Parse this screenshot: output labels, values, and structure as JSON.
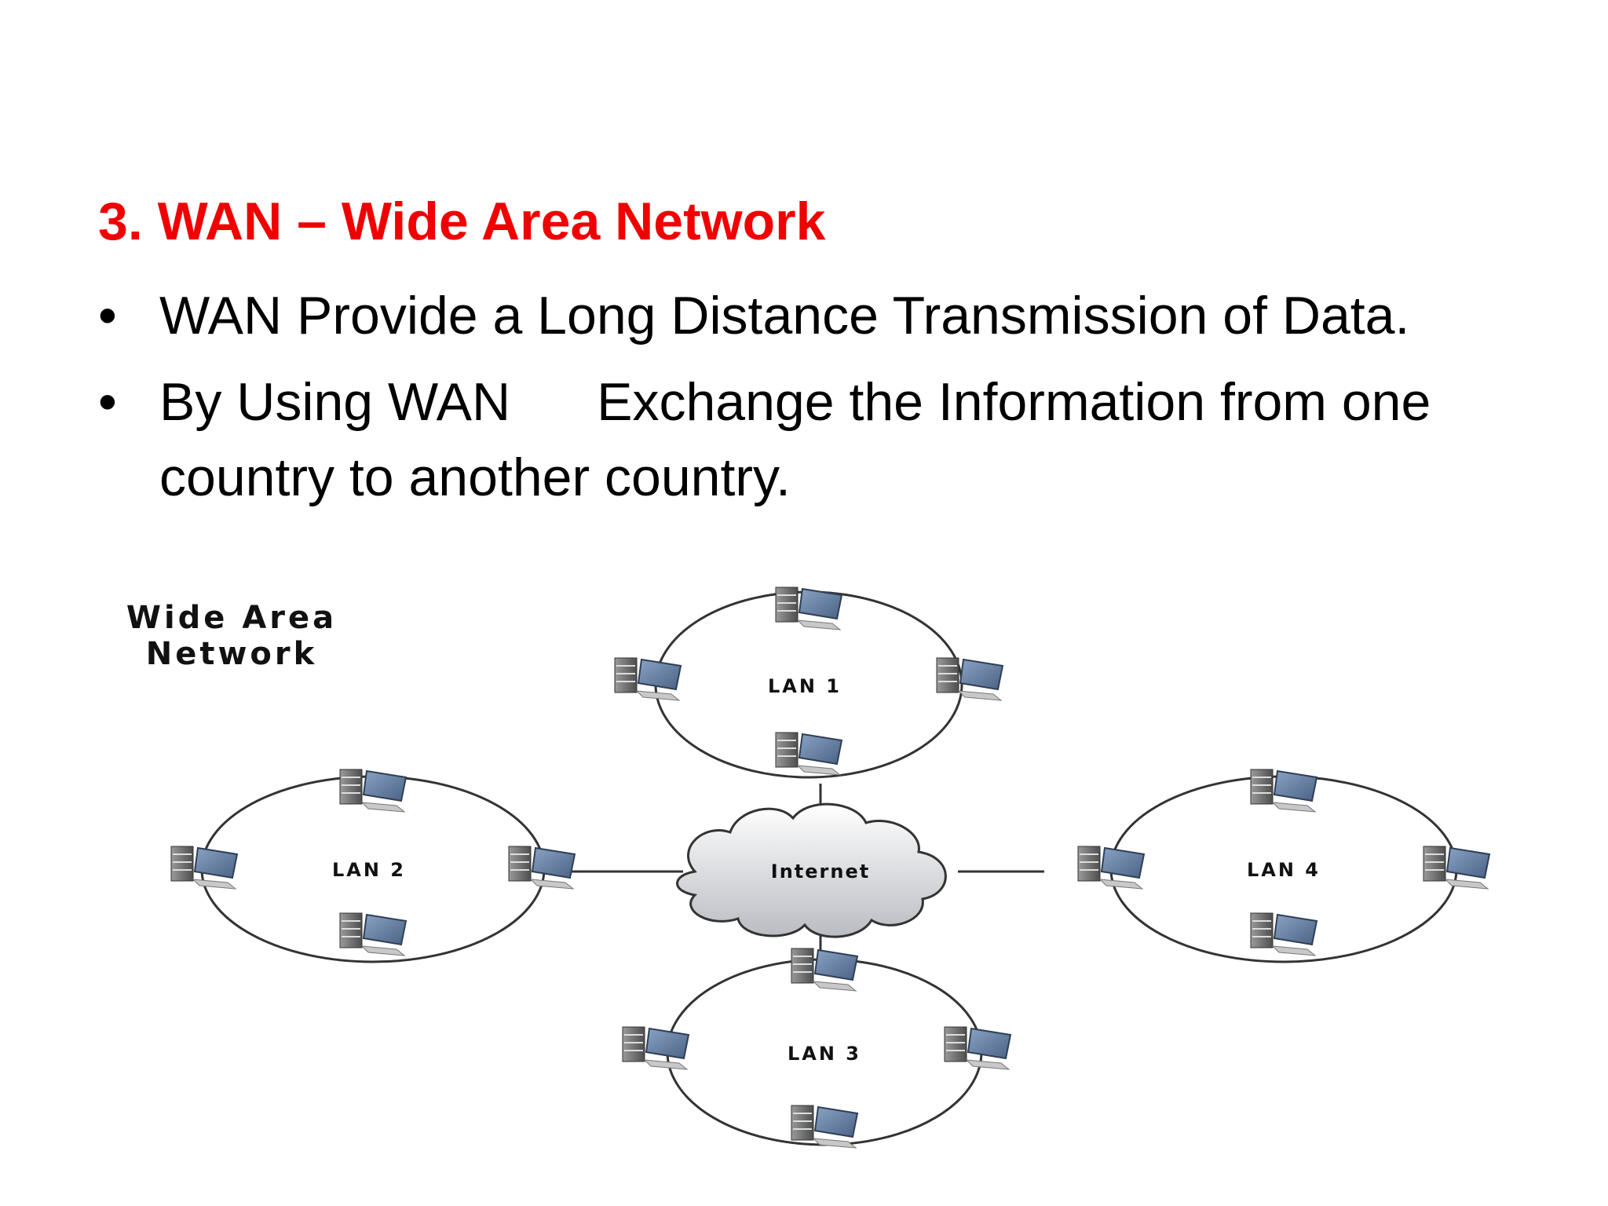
{
  "slide": {
    "heading": "3. WAN – Wide Area Network",
    "bullets": [
      {
        "text": "WAN Provide a Long Distance Transmission of Data."
      },
      {
        "text_a": "By Using WAN",
        "text_b": "Exchange the Information from one country to another country."
      }
    ],
    "bullet_glyph": "•"
  },
  "diagram": {
    "title_line1": "Wide Area",
    "title_line2": "Network",
    "cloud_label": "Internet",
    "lans": [
      {
        "label": "LAN 1"
      },
      {
        "label": "LAN 2"
      },
      {
        "label": "LAN 3"
      },
      {
        "label": "LAN 4"
      }
    ],
    "icons": [
      "server-icon",
      "monitor-icon",
      "keyboard-icon",
      "cloud-icon"
    ],
    "colors": {
      "heading": "#f00000",
      "monitor": "#5f7a9e",
      "server": "#6e6e6e"
    }
  }
}
